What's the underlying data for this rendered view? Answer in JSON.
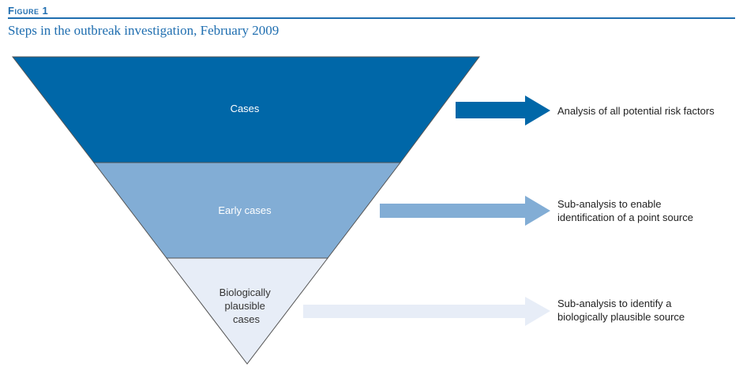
{
  "figure": {
    "label": "Figure 1",
    "title": "Steps in the outbreak investigation, February 2009"
  },
  "levels": [
    {
      "label_lines": [
        "Cases"
      ],
      "description_lines": [
        "Analysis of all potential risk factors"
      ],
      "color": "#0067a8",
      "text_color": "#ffffff"
    },
    {
      "label_lines": [
        "Early cases"
      ],
      "description_lines": [
        "Sub-analysis to enable",
        "identification of a point source"
      ],
      "color": "#82add5",
      "text_color": "#ffffff"
    },
    {
      "label_lines": [
        "Biologically",
        "plausible",
        "cases"
      ],
      "description_lines": [
        "Sub-analysis to identify a",
        "biologically plausible source"
      ],
      "color": "#e7edf7",
      "text_color": "#333333"
    }
  ]
}
